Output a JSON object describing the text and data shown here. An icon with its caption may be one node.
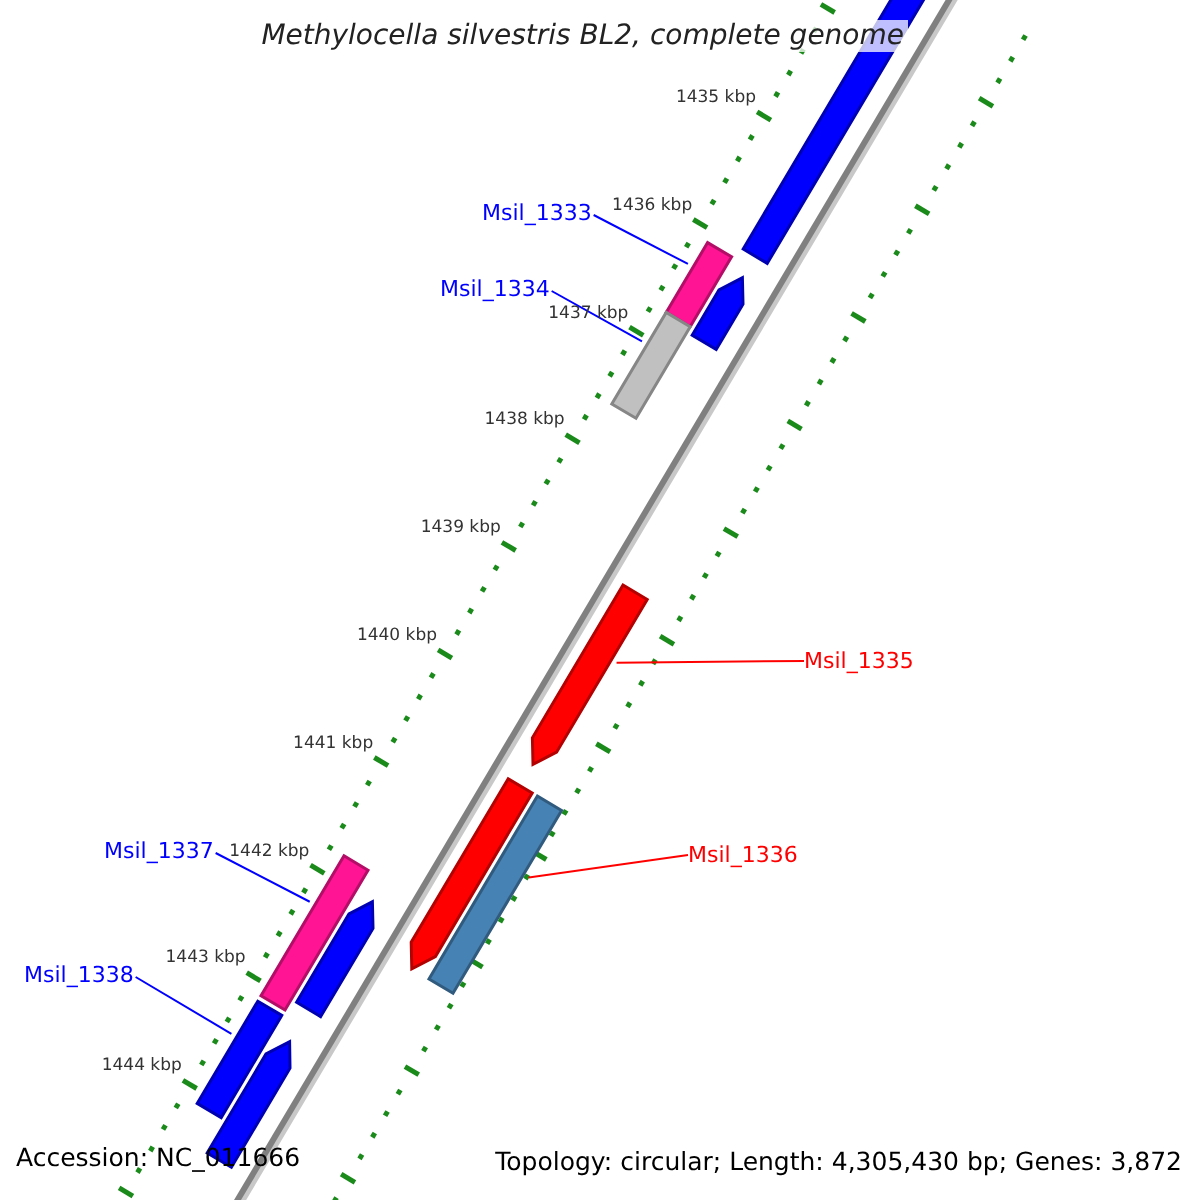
{
  "diagram": {
    "title": "Methylocella silvestris BL2, complete genome",
    "nodes": [
      {
        "text": [
          "Msil_1333"
        ]
      },
      {
        "text": [],
        "shape": "bar"
      },
      {
        "text": [
          "Msil_1334"
        ]
      },
      {
        "text": [],
        "shape": "bar"
      },
      {
        "text": [
          "Msil_1335"
        ]
      },
      {
        "text": [],
        "shape": "bar"
      },
      {
        "text": [
          "Msil_1336"
        ]
      },
      {
        "text": [],
        "shape": "bar"
      },
      {
        "text": [
          "Msil_1337"
        ]
      },
      {
        "text": [],
        "shape": "bar"
      },
      {
        "text": [
          "Msil_1338"
        ]
      },
      {
        "text": [],
        "shape": "bar"
      },
      {
        "text": [],
        "shape": "bar"
      },
      {
        "text": [],
        "shape": "bar"
      },
      {
        "text": [],
        "shape": "bar"
      },
      {
        "text": [],
        "shape": "bar"
      },
      {
        "text": [],
        "shape": "bar"
      }
    ],
    "edges": [
      {
        "from": 0,
        "to": 1,
        "arrow": "none"
      },
      {
        "from": 2,
        "to": 3,
        "arrow": "none"
      },
      {
        "from": 4,
        "to": 5,
        "arrow": "none",
        "color": "#ff0000"
      },
      {
        "from": 6,
        "to": 7,
        "arrow": "none",
        "color": "#ff0000"
      },
      {
        "from": 8,
        "to": 9,
        "arrow": "none"
      },
      {
        "from": 10,
        "to": 11,
        "arrow": "none"
      }
    ],
    "labels": [
      "1435 kbp",
      "1436 kbp",
      "1437 kbp",
      "1438 kbp",
      "1439 kbp",
      "1440 kbp",
      "1441 kbp",
      "1442 kbp",
      "1443 kbp",
      "1444 kbp",
      "Accession: NC_011666",
      "Topology: circular; Length: 4,305,430 bp; Genes: 3,872"
    ]
  }
}
